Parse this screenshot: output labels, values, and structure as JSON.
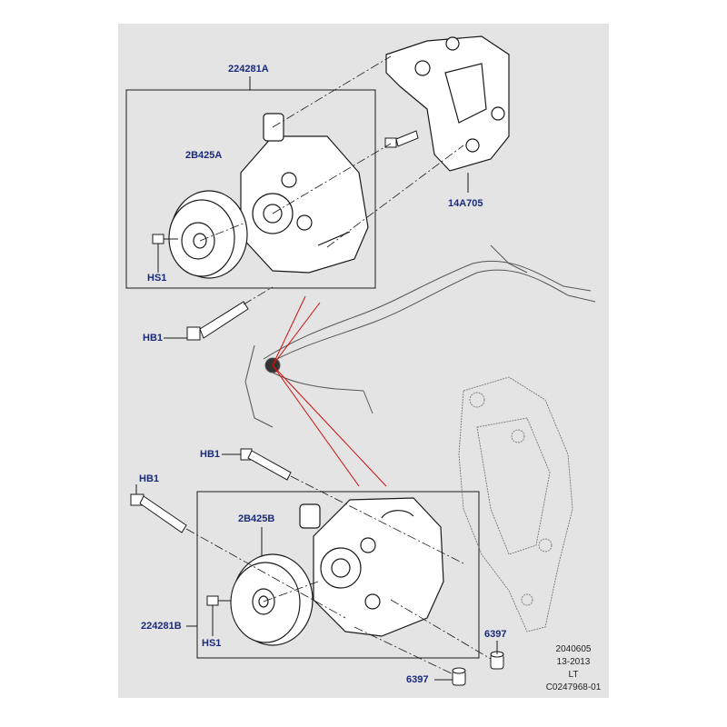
{
  "callouts": {
    "assembly_upper": "224281A",
    "pulley_upper": "2B425A",
    "screw_upper": "HS1",
    "bracket": "14A705",
    "bolt_middle": "HB1",
    "bolt_lower_right": "HB1",
    "bolt_lower_left": "HB1",
    "pulley_lower": "2B425B",
    "assembly_lower": "224281B",
    "screw_lower": "HS1",
    "bush_right": "6397",
    "bush_bottom": "6397"
  },
  "footer": {
    "line1": "2040605",
    "line2": "13-2013",
    "line3": "LT",
    "line4": "C0247968-01"
  },
  "colors": {
    "background_panel": "#e4e4e4",
    "line": "#1a1a1a",
    "callout_text": "#1a2a7a",
    "highlight": "#cc1111"
  }
}
